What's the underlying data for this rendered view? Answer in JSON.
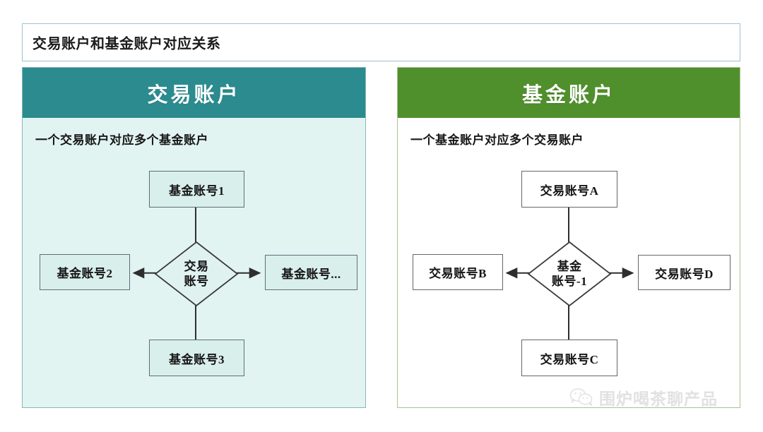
{
  "title": {
    "text": "交易账户和基金账户对应关系"
  },
  "panels": [
    {
      "id": "trade-account",
      "header": "交易账户",
      "header_color": "#2b8b8f",
      "body_color": "#e2f4f1",
      "border_color": "#86b6bd",
      "subtitle": "一个交易账户对应多个基金账户",
      "center": {
        "line1": "交易",
        "line2": "账号"
      },
      "nodes": {
        "top": "基金账号1",
        "left": "基金账号2",
        "right": "基金账号...",
        "bottom": "基金账号3"
      }
    },
    {
      "id": "fund-account",
      "header": "基金账户",
      "header_color": "#4f8f2c",
      "body_color": "#ffffff",
      "border_color": "#aac38e",
      "subtitle": "一个基金账户对应多个交易账户",
      "center": {
        "line1": "基金",
        "line2": "账号-1"
      },
      "nodes": {
        "top": "交易账号A",
        "left": "交易账号B",
        "right": "交易账号D",
        "bottom": "交易账号C"
      }
    }
  ],
  "watermark": {
    "icon": "wechat-icon",
    "text": "围炉喝茶聊产品",
    "color": "#b9b9b9"
  }
}
